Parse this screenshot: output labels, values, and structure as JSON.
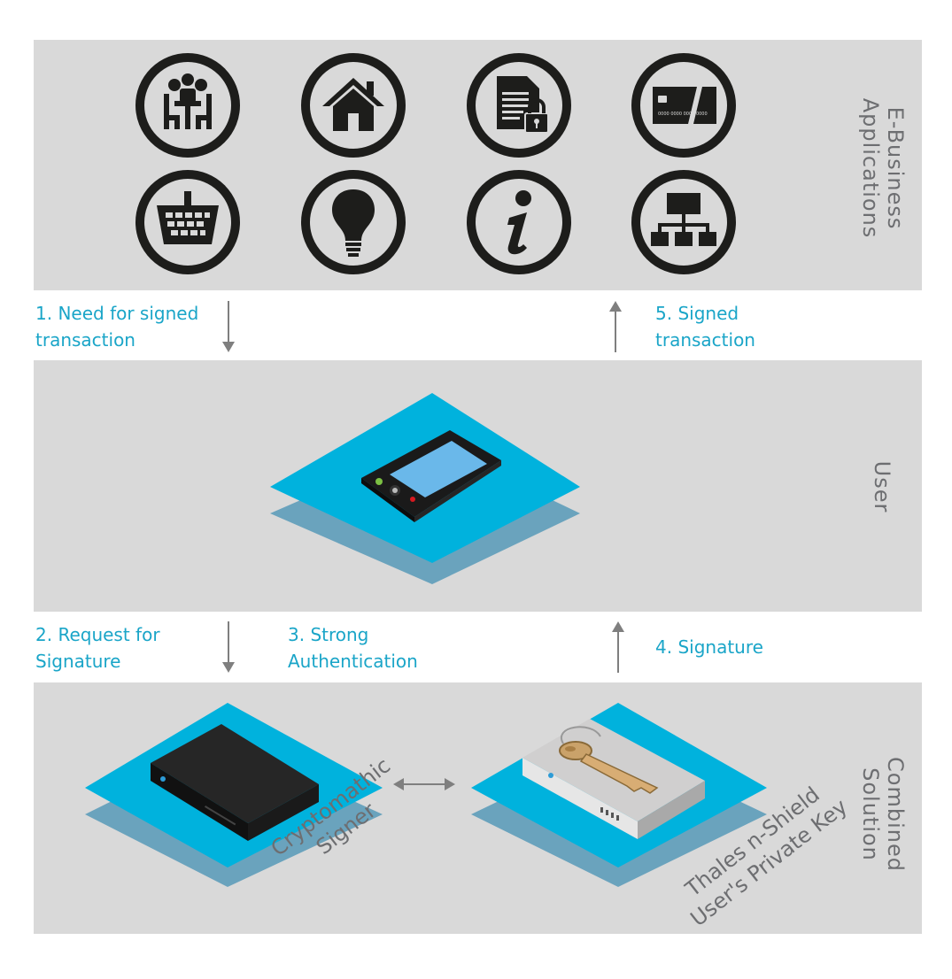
{
  "bands": {
    "applications": {
      "label": "E-Business\nApplications"
    },
    "user": {
      "label": "User"
    },
    "solution": {
      "label": "Combined\nSolution"
    }
  },
  "steps": {
    "step1": "1. Need for signed\ntransaction",
    "step2": "2. Request for\nSignature",
    "step3": "3. Strong\nAuthentication",
    "step4": "4. Signature",
    "step5": "5. Signed\ntransaction"
  },
  "icons": [
    "meeting-icon",
    "home-icon",
    "secure-document-icon",
    "credit-card-icon",
    "shopping-basket-icon",
    "lightbulb-icon",
    "info-icon",
    "org-chart-icon"
  ],
  "card_number": "0000 0000 0000 0000",
  "devices": {
    "signer": "Cryptomathic\nSigner",
    "hsm": "Thales n-Shield\nUser's Private Key"
  },
  "colors": {
    "band": "#d9d9d9",
    "accent": "#1aa5c8",
    "platform_top": "#00b2dd",
    "platform_shadow": "#6aa3bd",
    "arrow": "#7f7f7f",
    "icon": "#1d1d1b"
  }
}
